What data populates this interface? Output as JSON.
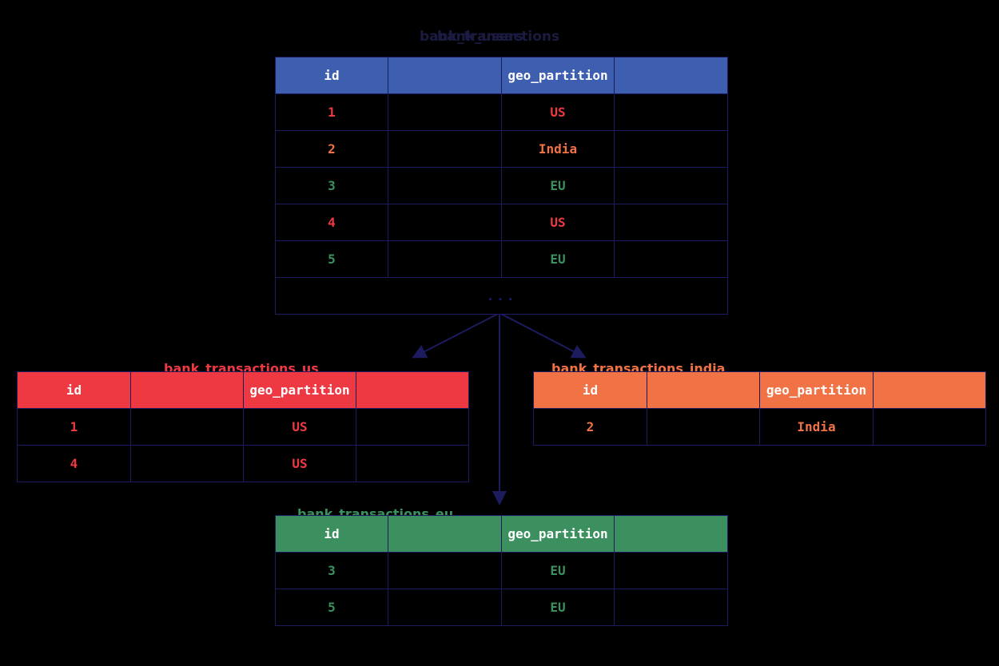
{
  "diagram": {
    "type": "geo-partitioning-table-split",
    "background_color": "#000000",
    "line_color": "#1b1b5e",
    "title_color": "#1b1b42"
  },
  "palette": {
    "blue": "#3e5fb0",
    "red": "#ee3943",
    "orange": "#f07245",
    "green": "#3c9060",
    "border": "#1b1b5e",
    "text_on_header": "#ffffff"
  },
  "main_table": {
    "title_primary": "bank_transactions",
    "title_overlay": "bank_users",
    "header_color": "#3e5fb0",
    "columns": [
      "id",
      "",
      "geo_partition",
      ""
    ],
    "rows": [
      {
        "id": "1",
        "blank1": "",
        "geo_partition": "US",
        "blank2": "",
        "region": "us"
      },
      {
        "id": "2",
        "blank1": "",
        "geo_partition": "India",
        "blank2": "",
        "region": "india"
      },
      {
        "id": "3",
        "blank1": "",
        "geo_partition": "EU",
        "blank2": "",
        "region": "eu"
      },
      {
        "id": "4",
        "blank1": "",
        "geo_partition": "US",
        "blank2": "",
        "region": "us"
      },
      {
        "id": "5",
        "blank1": "",
        "geo_partition": "EU",
        "blank2": "",
        "region": "eu"
      }
    ],
    "ellipsis": "..."
  },
  "partitions": [
    {
      "key": "us",
      "title": "bank_transactions_us",
      "header_color": "#ee3943",
      "value_color": "#ee3943",
      "columns": [
        "id",
        "",
        "geo_partition",
        ""
      ],
      "rows": [
        {
          "id": "1",
          "blank1": "",
          "geo_partition": "US",
          "blank2": ""
        },
        {
          "id": "4",
          "blank1": "",
          "geo_partition": "US",
          "blank2": ""
        }
      ]
    },
    {
      "key": "india",
      "title": "bank_transactions_india",
      "header_color": "#f07245",
      "value_color": "#f07245",
      "columns": [
        "id",
        "",
        "geo_partition",
        ""
      ],
      "rows": [
        {
          "id": "2",
          "blank1": "",
          "geo_partition": "India",
          "blank2": ""
        }
      ]
    },
    {
      "key": "eu",
      "title": "bank_transactions_eu",
      "header_color": "#3c9060",
      "value_color": "#3c9060",
      "columns": [
        "id",
        "",
        "geo_partition",
        ""
      ],
      "rows": [
        {
          "id": "3",
          "blank1": "",
          "geo_partition": "EU",
          "blank2": ""
        },
        {
          "id": "5",
          "blank1": "",
          "geo_partition": "EU",
          "blank2": ""
        }
      ]
    }
  ],
  "arrows": [
    {
      "name": "arrow-to-us",
      "from": "main-table-bottom",
      "to": "us-table"
    },
    {
      "name": "arrow-to-india",
      "from": "main-table-bottom",
      "to": "india-table"
    },
    {
      "name": "arrow-to-eu",
      "from": "main-table-bottom",
      "to": "eu-table"
    }
  ]
}
